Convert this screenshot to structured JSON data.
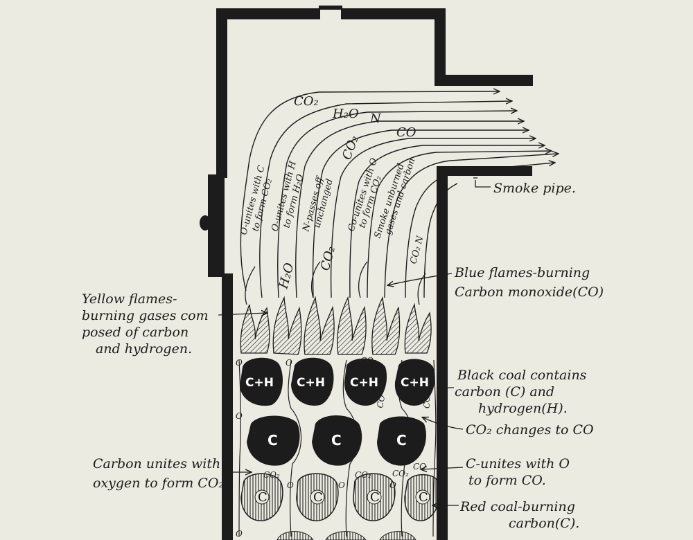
{
  "diagram": {
    "exhaust_labels": {
      "co2": "CO₂",
      "h2o": "H₂O",
      "n": "N",
      "co2b": "CO₂",
      "co": "CO"
    },
    "stream_labels": {
      "s1a": "O-unites with C",
      "s1b": "to form CO₂",
      "s2a": "O-unites with H",
      "s2b": "to form H₂O",
      "s3a": "N-passes off",
      "s3b": "unchanged",
      "s4a": "Co-unites with O",
      "s4b": "to form CO₂",
      "s5a": "Smoke unburned",
      "s5b": "gases and carbon"
    },
    "gas_marks": {
      "h2o": "H₂O",
      "co2": "CO₂",
      "co2n": "CO₂ N"
    },
    "callouts": {
      "smoke_pipe": "Smoke pipe.",
      "blue_1": "Blue flames-burning",
      "blue_2": "Carbon monoxide(CO)",
      "yellow_1": "Yellow flames-",
      "yellow_2": "burning gases com",
      "yellow_3": "posed of carbon",
      "yellow_4": "and hydrogen.",
      "black_1": "Black coal contains",
      "black_2": "carbon (C) and",
      "black_3": "hydrogen(H).",
      "co2co": "CO₂ changes to CO",
      "cu_1": "C-unites with O",
      "cu_2": "to form CO.",
      "cb_1": "Carbon unites with",
      "cb_2": "oxygen to form CO₂",
      "red_1": "Red coal-burning",
      "red_2": "carbon(C)."
    },
    "coal_labels": {
      "top": "C+H",
      "mid": "C",
      "ember": "C"
    },
    "small_marks": {
      "o": "O",
      "co2": "CO₂",
      "co": "CO",
      "c2": "C"
    }
  }
}
